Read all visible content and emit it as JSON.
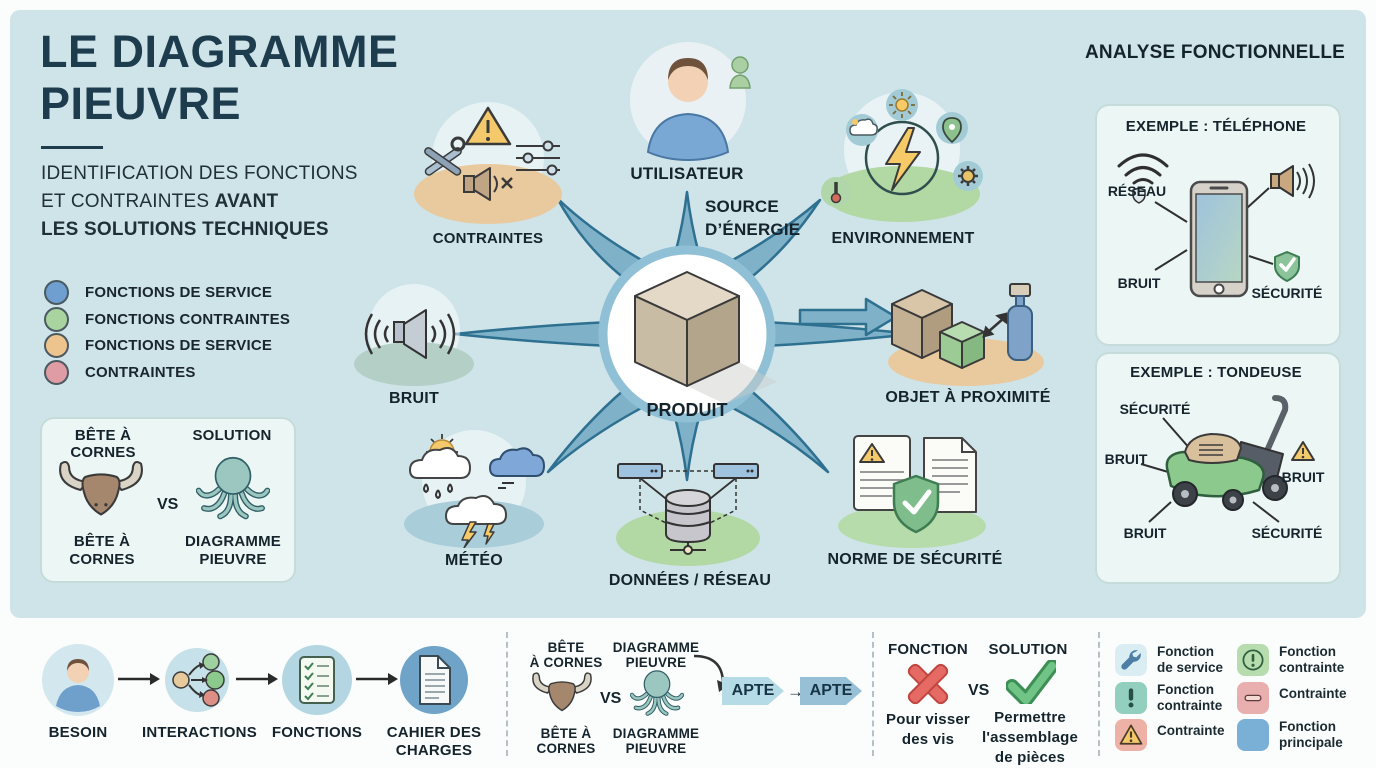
{
  "page": {
    "bg_color": "#cfe4e9",
    "accent_dark": "#1d3c4d",
    "tentacle_color": "#7fb2c9"
  },
  "header": {
    "title": "LE DIAGRAMME\nPIEUVRE",
    "subtitle_line1": "IDENTIFICATION DES FONCTIONS",
    "subtitle_line2_normal": "ET CONTRAINTES ",
    "subtitle_line2_bold": "AVANT",
    "subtitle_line3": "LES SOLUTIONS TECHNIQUES"
  },
  "legend": {
    "items": [
      {
        "label": "FONCTIONS DE SERVICE",
        "color": "#6f9fd0"
      },
      {
        "label": "FONCTIONS CONTRAINTES",
        "color": "#a9d4a0"
      },
      {
        "label": "FONCTIONS DE SERVICE",
        "color": "#eec48e"
      },
      {
        "label": "CONTRAINTES",
        "color": "#e09ca4"
      }
    ]
  },
  "comparison_box": {
    "left_header": "BÊTE À CORNES",
    "right_header": "SOLUTION",
    "vs": "VS",
    "left_label": "BÊTE À\nCORNES",
    "right_label": "DIAGRAMME\nPIEUVRE"
  },
  "diagram": {
    "center": "PRODUIT",
    "contraintes": "CONTRAINTES",
    "utilisateur": "UTILISATEUR",
    "source_energie": "SOURCE\nD’ÉNERGIE",
    "environnement": "ENVIRONNEMENT",
    "bruit": "BRUIT",
    "objet": "OBJET À PROXIMITÉ",
    "meteo": "MÉTÉO",
    "donnees": "DONNÉES / RÉSEAU",
    "norme": "NORME DE SÉCURITÉ"
  },
  "right_panel": {
    "title": "ANALYSE FONCTIONNELLE",
    "phone": {
      "title": "EXEMPLE : TÉLÉPHONE",
      "reseau": "RÉSEAU",
      "bruit": "BRUIT",
      "securite": "SÉCURITÉ"
    },
    "mower": {
      "title": "EXEMPLE : TONDEUSE",
      "securite_top": "SÉCURITÉ",
      "bruit_left": "BRUIT",
      "bruit_bottom": "BRUIT",
      "bruit_right": "BRUIT",
      "securite_bottom": "SÉCURITÉ"
    }
  },
  "bottom": {
    "flow": {
      "step1": "BESOIN",
      "step2": "INTERACTIONS",
      "step3": "FONCTIONS",
      "step4": "CAHIER DES\nCHARGES"
    },
    "versus": {
      "left_top": "BÊTE\nÀ CORNES",
      "right_top": "DIAGRAMME\nPIEUVRE",
      "vs": "VS",
      "left_bottom": "BÊTE À\nCORNES",
      "right_bottom": "DIAGRAMME\nPIEUVRE",
      "arrow": "→",
      "apte1": "APTE",
      "apte2": "APTE"
    },
    "fonction_solution": {
      "left_header": "FONCTION",
      "right_header": "SOLUTION",
      "vs": "VS",
      "left_text": "Pour visser\ndes vis",
      "right_text": "Permettre\nl'assemblage\nde pièces"
    },
    "legend": {
      "items": [
        {
          "label": "Fonction\nde service",
          "icon": "wrench-icon",
          "color": "#d9edf3"
        },
        {
          "label": "Fonction\ncontrainte",
          "icon": "exclamation-icon",
          "color": "#93cfbf"
        },
        {
          "label": "Contrainte",
          "icon": "warning-icon",
          "color": "#eeb1a5"
        },
        {
          "label": "Fonction\ncontrainte",
          "icon": "circled-exclamation-icon",
          "color": "#b7dcae"
        },
        {
          "label": "Contrainte",
          "icon": "dash-icon",
          "color": "#e9aeae"
        },
        {
          "label": "Fonction\nprincipale",
          "icon": "plain-square",
          "color": "#7bb0d6"
        }
      ]
    }
  }
}
